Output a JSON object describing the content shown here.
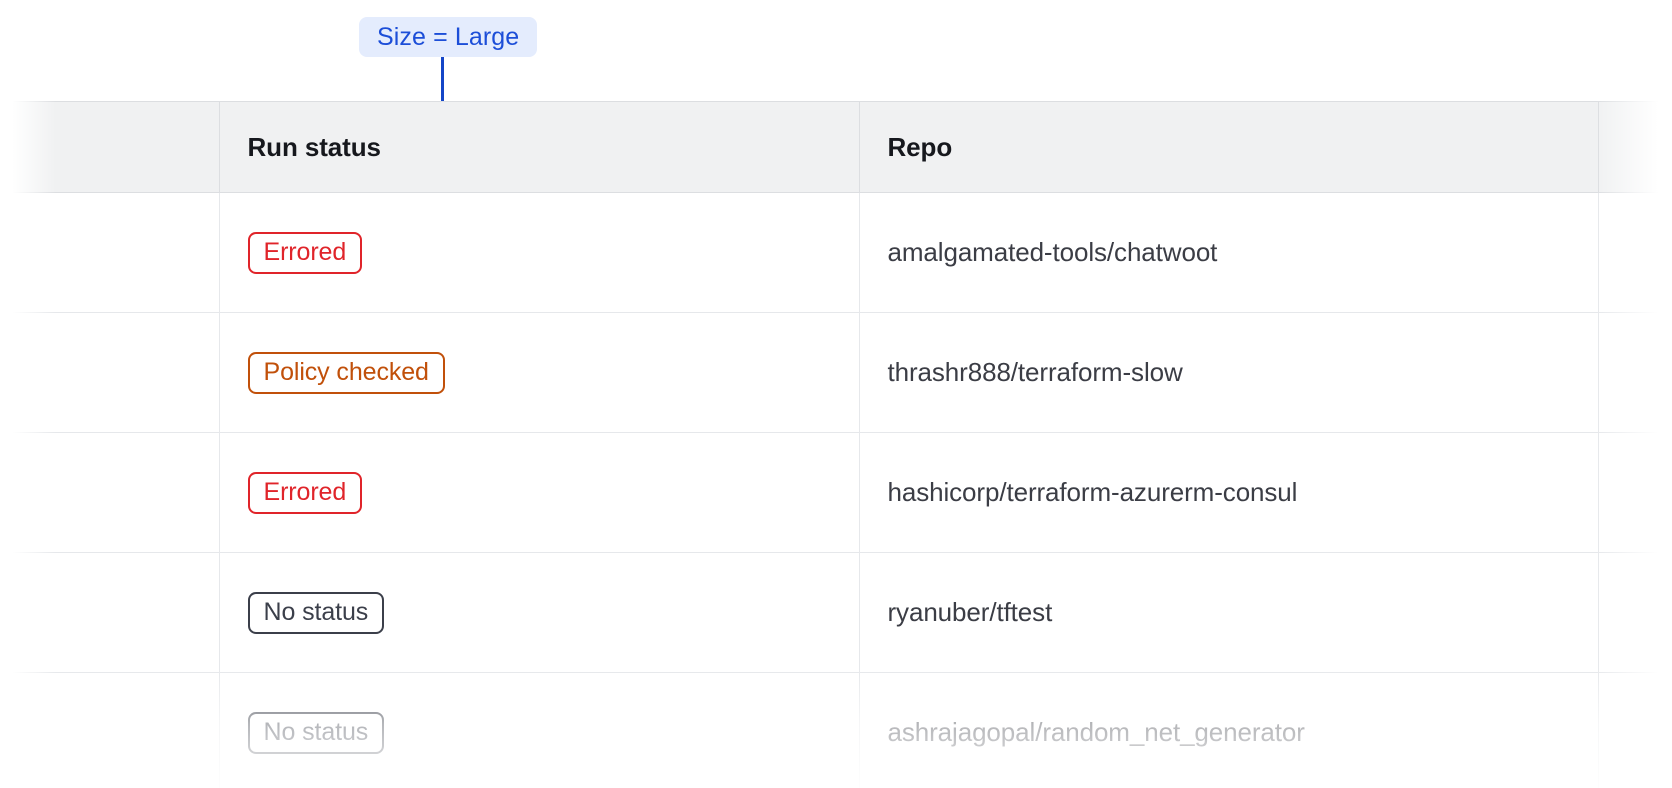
{
  "annotation": {
    "label": "Size = Large",
    "accent_color": "#1446c8",
    "pill_background": "#e4ecfd",
    "pill_text_color": "#1c4ed8"
  },
  "table": {
    "columns": [
      {
        "key": "select",
        "label": ""
      },
      {
        "key": "lead",
        "label": ""
      },
      {
        "key": "run_status",
        "label": "Run status"
      },
      {
        "key": "repo",
        "label": "Repo"
      },
      {
        "key": "tail",
        "label": ""
      }
    ],
    "header_background": "#f0f1f2",
    "rows": [
      {
        "run_status": "Errored",
        "status_kind": "errored",
        "repo": "amalgamated-tools/chatwoot"
      },
      {
        "run_status": "Policy checked",
        "status_kind": "policy-checked",
        "repo": "thrashr888/terraform-slow"
      },
      {
        "run_status": "Errored",
        "status_kind": "errored",
        "repo": "hashicorp/terraform-azurerm-consul"
      },
      {
        "run_status": "No status",
        "status_kind": "no-status",
        "repo": "ryanuber/tftest"
      },
      {
        "run_status": "No status",
        "status_kind": "no-status",
        "repo": "ashrajagopal/random_net_generator"
      }
    ],
    "status_colors": {
      "errored": "#e0242a",
      "policy-checked": "#c1500a",
      "no-status": "#3b3f4a"
    }
  }
}
